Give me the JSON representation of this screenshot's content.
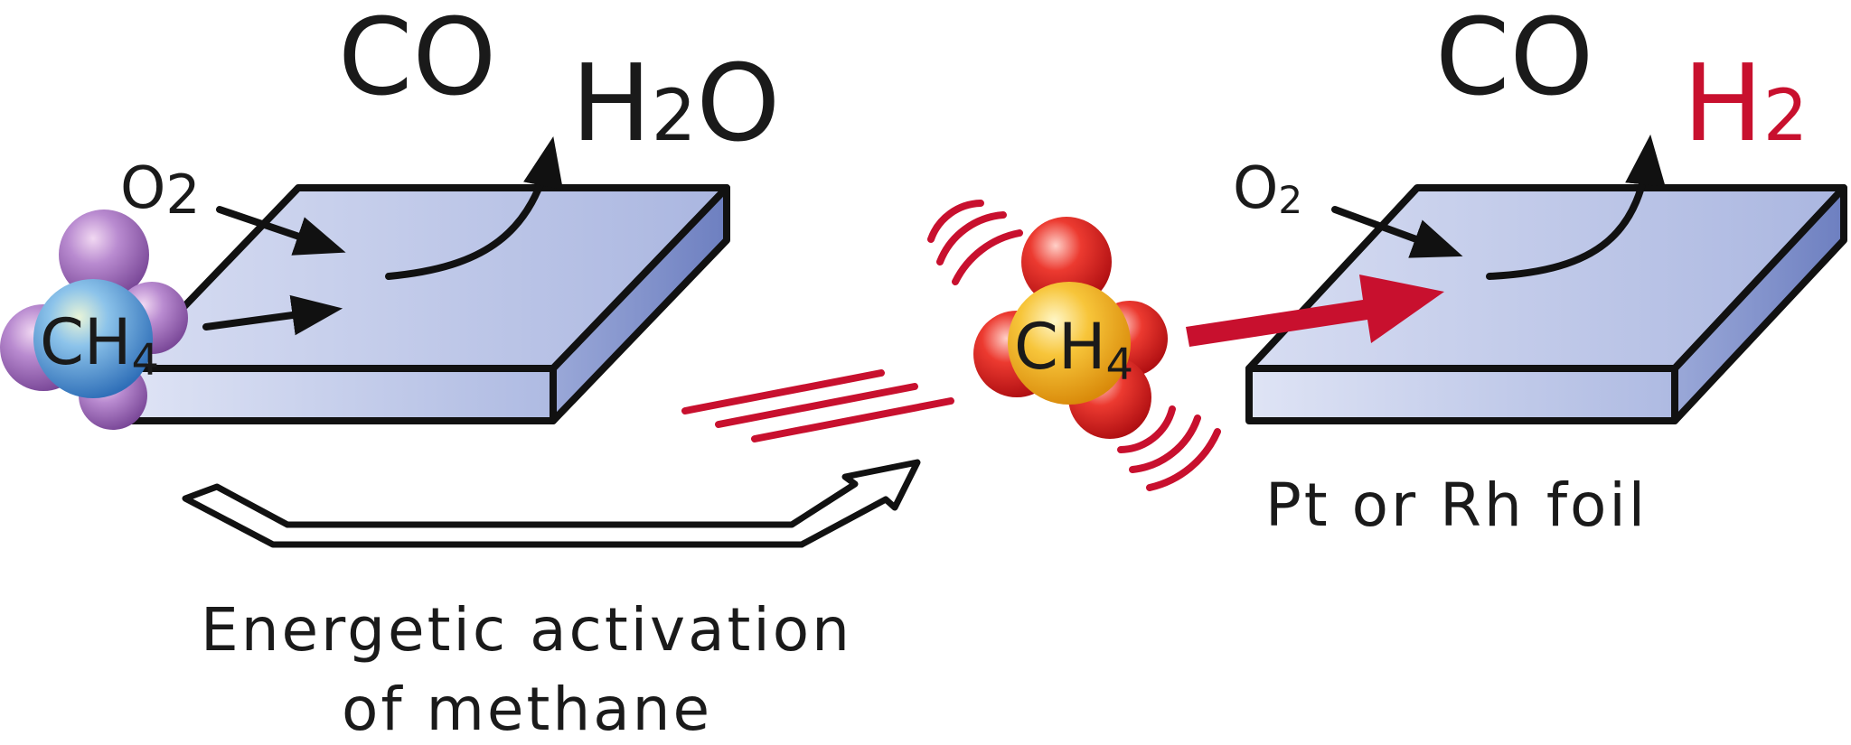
{
  "labels": {
    "left_co": "CO",
    "left_h2o_h": "H",
    "left_h2o_sub": "2",
    "left_h2o_o": "O",
    "right_co": "CO",
    "right_h2_h": "H",
    "right_h2_sub": "2",
    "left_o2": "O",
    "left_o2_sub": "2",
    "right_o2": "O",
    "right_o2_sub": "2",
    "left_ch4": "CH",
    "left_ch4_sub": "4",
    "right_ch4": "CH",
    "right_ch4_sub": "4",
    "foil": "Pt or Rh foil",
    "caption_line1": "Energetic activation",
    "caption_line2": "of methane"
  },
  "colors": {
    "foil_top": "#c4cdea",
    "foil_side": "#7f90c9",
    "foil_front": "#b8c3e6",
    "outline": "#111111",
    "accent_red": "#c8102e",
    "ch4_blue": "#5aa6df",
    "h_purple": "#a06cb8",
    "ch4_yellow": "#f2b21e",
    "h_red": "#e0201c"
  }
}
